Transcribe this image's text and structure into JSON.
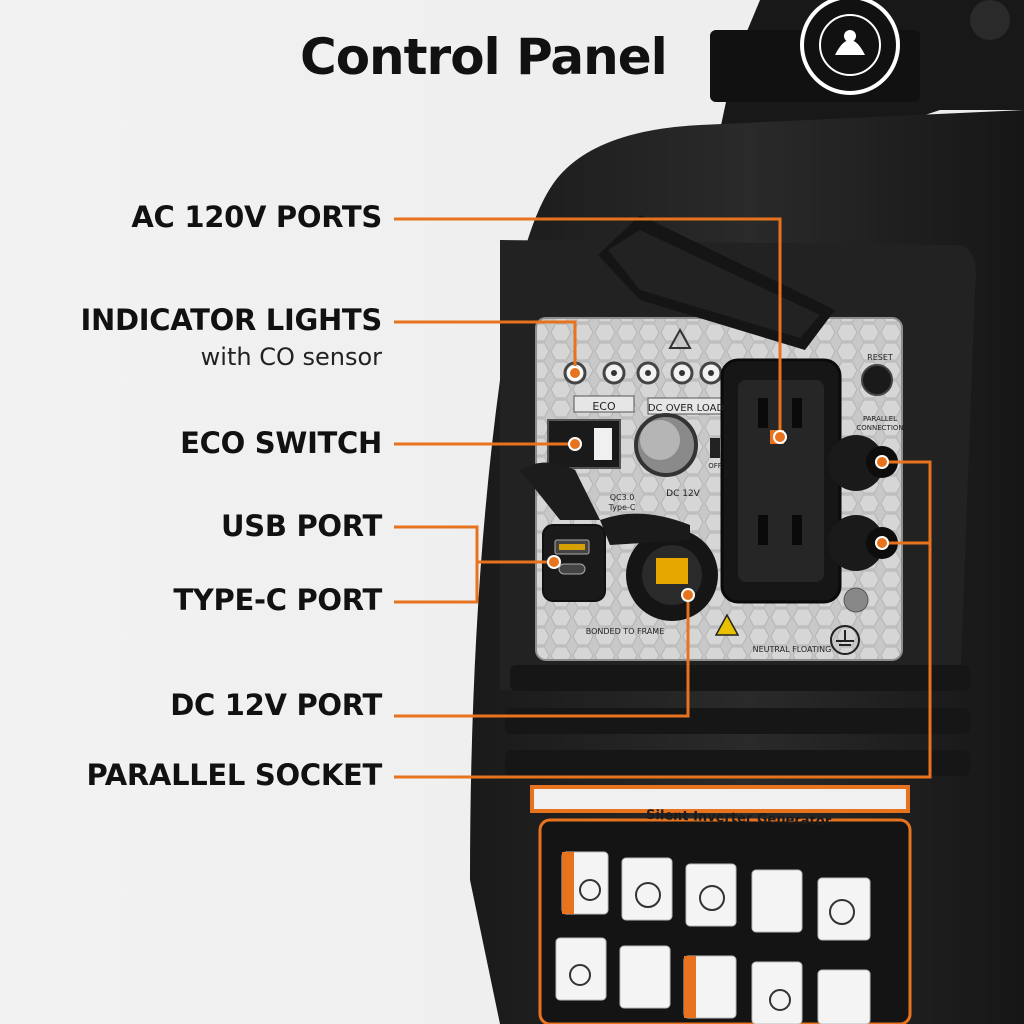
{
  "title": "Control Panel",
  "callouts": {
    "ac_ports": "AC 120V PORTS",
    "indicator_lights": "INDICATOR LIGHTS",
    "indicator_sub": "with CO sensor",
    "eco_switch": "ECO SWITCH",
    "usb_port": "USB PORT",
    "type_c_port": "TYPE-C PORT",
    "dc_port": "DC 12V PORT",
    "parallel_socket": "PARALLEL SOCKET"
  },
  "panel": {
    "eco": "ECO",
    "dc_overload": "DC OVER LOAD",
    "dc12v": "DC 12V",
    "qc": "QC3.0",
    "typec": "Type-C",
    "reset": "RESET",
    "parallel": "PARALLEL",
    "connection": "CONNECTION",
    "bonded": "BONDED TO FRAME",
    "neutral": "NEUTRAL FLOATING",
    "off": "OFF"
  },
  "decal": {
    "title": "Silent Inverter Generator"
  },
  "colors": {
    "accent": "#e8731e",
    "body": "#1e1e1e",
    "panel": "#c9c9c9"
  },
  "icons": [
    "epa-seal-icon",
    "warning-icon",
    "ground-icon"
  ]
}
